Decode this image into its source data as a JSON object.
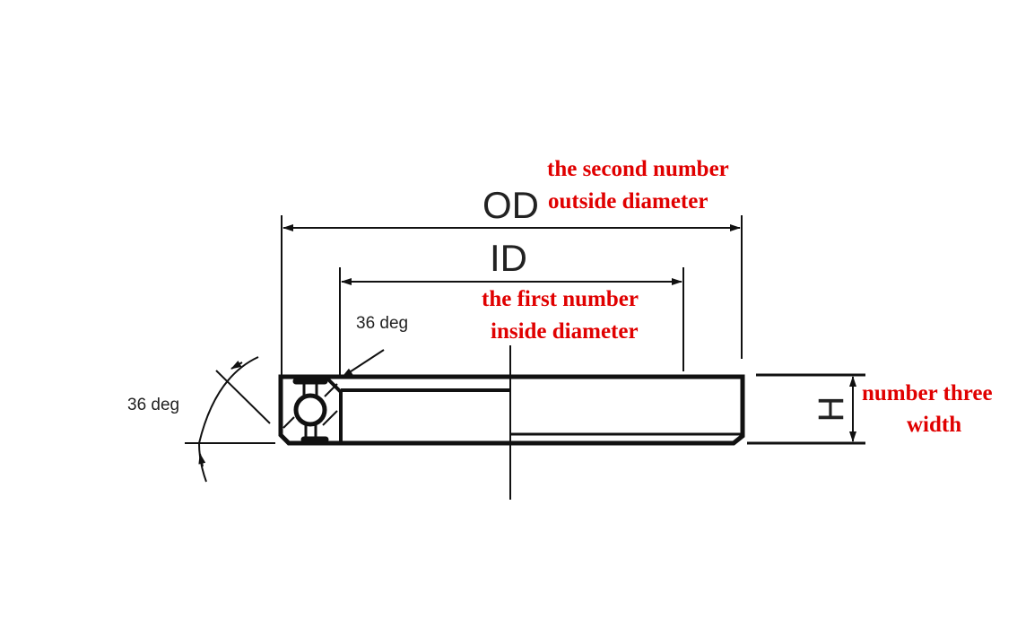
{
  "diagram": {
    "od_label": "OD",
    "id_label": "ID",
    "h_label": "H",
    "angle_label_top": "36 deg",
    "angle_label_left": "36 deg"
  },
  "annotations": {
    "od_line1": "the second number",
    "od_line2": "outside diameter",
    "id_line1": "the first number",
    "id_line2": "inside diameter",
    "h_line1": "number three",
    "h_line2": "width"
  },
  "colors": {
    "annotation": "#e00000",
    "drawing": "#111111"
  }
}
